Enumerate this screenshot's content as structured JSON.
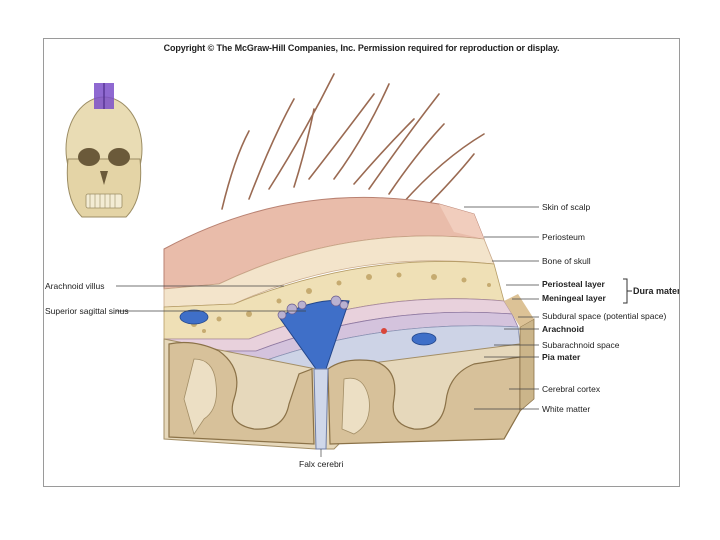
{
  "copyright": "Copyright © The McGraw-Hill Companies, Inc. Permission required for reproduction or display.",
  "colors": {
    "skin": "#e8b9a6",
    "bone": "#efe3bf",
    "dura": "#d7c8d8",
    "venous_blue": "#3f6fc8",
    "cortex": "#d8c4a0",
    "background": "#ffffff"
  },
  "labels": {
    "skin_of_scalp": "Skin of scalp",
    "periosteum": "Periosteum",
    "bone_of_skull": "Bone of skull",
    "periosteal_layer": "Periosteal layer",
    "meningeal_layer": "Meningeal layer",
    "dura_mater": "Dura mater",
    "subdural_space": "Subdural space (potential space)",
    "arachnoid": "Arachnoid",
    "subarachnoid_space": "Subarachnoid space",
    "pia_mater": "Pia mater",
    "cerebral_cortex": "Cerebral cortex",
    "white_matter": "White matter",
    "arachnoid_villus": "Arachnoid villus",
    "superior_sagittal_sinus": "Superior sagittal sinus",
    "falx_cerebri": "Falx cerebri"
  }
}
